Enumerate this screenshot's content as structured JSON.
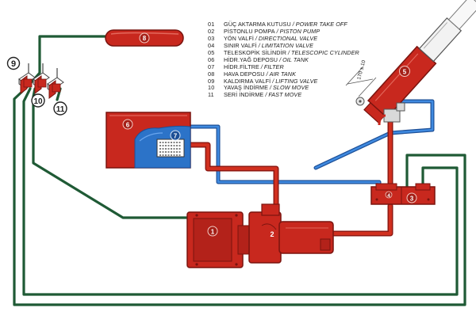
{
  "legend": [
    {
      "no": "01",
      "tr": "GÜÇ AKTARMA KUTUSU",
      "en": "POWER TAKE OFF"
    },
    {
      "no": "02",
      "tr": "PİSTONLU POMPA",
      "en": "PISTON PUMP"
    },
    {
      "no": "03",
      "tr": "YÖN VALFİ",
      "en": "DIRECTIONAL VALVE"
    },
    {
      "no": "04",
      "tr": "SINIR VALFİ",
      "en": "LIMITATION VALVE"
    },
    {
      "no": "05",
      "tr": "TELESKOPİK SİLİNDİR",
      "en": "TELESCOPIC CYLINDER"
    },
    {
      "no": "06",
      "tr": "HİDR.YAĞ DEPOSU",
      "en": "OIL TANK"
    },
    {
      "no": "07",
      "tr": "HİDR.FİLTRE",
      "en": "FILTER"
    },
    {
      "no": "08",
      "tr": "HAVA DEPOSU",
      "en": "AIR TANK"
    },
    {
      "no": "09",
      "tr": "KALDIRMA VALFİ",
      "en": "LIFTING VALVE"
    },
    {
      "no": "10",
      "tr": "YAVAŞ İNDİRME",
      "en": "SLOW MOVE"
    },
    {
      "no": "11",
      "tr": "SERİ İNDİRME",
      "en": "FAST MOVE"
    }
  ],
  "legend_separator": "/",
  "components": {
    "power_take_off": "1",
    "piston_pump": "2",
    "directional_valve": "3",
    "limitation_valve": "4",
    "telescopic_cylinder": "5",
    "oil_tank": "6",
    "filter": "7",
    "air_tank": "8",
    "lifting_valve": "9",
    "slow_move": "10",
    "fast_move": "11"
  },
  "dimension_label": "170 ± 10",
  "colors": {
    "hydraulic_red": "#c8281e",
    "hydraulic_red_dark": "#8e1812",
    "return_blue": "#2c73c8",
    "air_green": "#1f5a35",
    "cylinder_white": "#f2f2f2"
  }
}
